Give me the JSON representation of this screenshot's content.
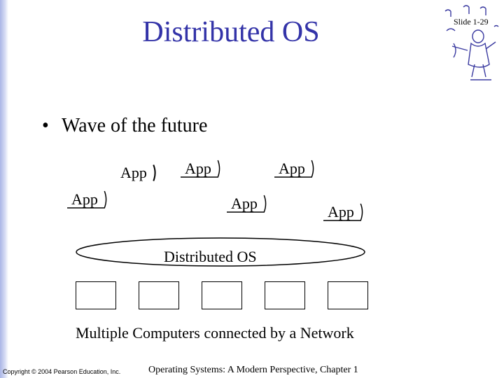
{
  "slide": {
    "title": "Distributed OS",
    "slide_number": "Slide 1-29",
    "bullet": "Wave of the future",
    "bullet_marker": "•"
  },
  "diagram": {
    "app_label": "App",
    "os_label": "Distributed OS",
    "computer_count": 5,
    "caption": "Multiple Computers connected by a Network"
  },
  "footer": {
    "copyright": "Copyright © 2004 Pearson Education, Inc.",
    "book": "Operating Systems: A Modern Perspective, Chapter 1"
  },
  "logo": {
    "icon": "musician-clipart-icon"
  },
  "colors": {
    "title": "#3333a8",
    "sidebar": "#aab6e6"
  }
}
